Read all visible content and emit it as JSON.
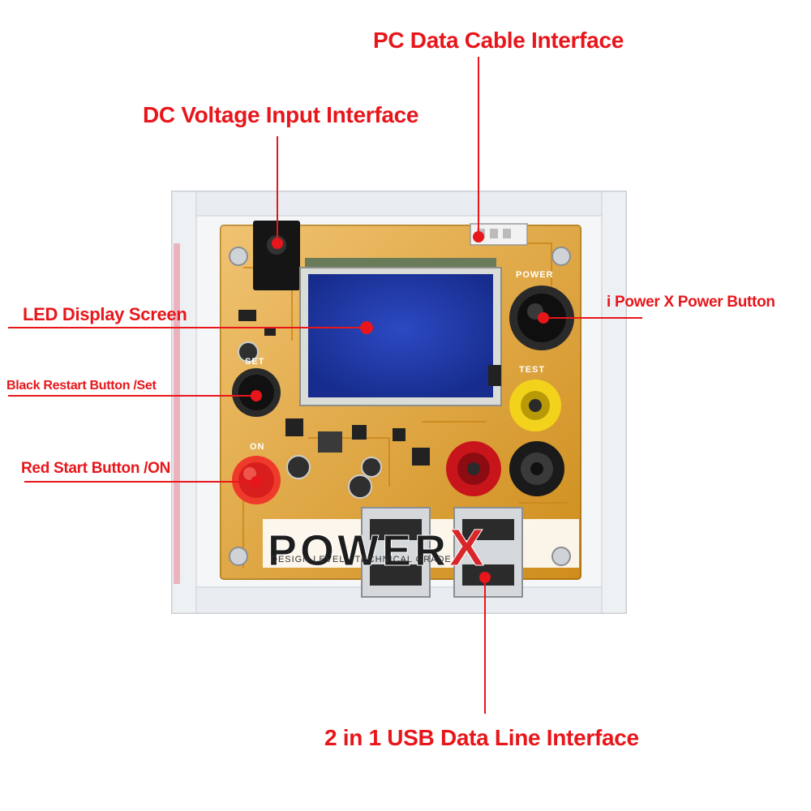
{
  "labels": {
    "pc_cable": "PC Data Cable Interface",
    "dc_input": "DC Voltage Input Interface",
    "led_screen": "LED Display Screen",
    "power_button": "i Power X Power Button",
    "black_restart": "Black Restart Button /Set",
    "red_start": "Red Start Button /ON",
    "usb_interface": "2 in 1 USB Data Line Interface"
  },
  "board": {
    "power_label": "POWER",
    "set_label": "SET",
    "test_label": "TEST",
    "on_label": "ON",
    "brand_main": "POWER",
    "brand_x": "X",
    "tagline": "DESIGN LEVEL · TECHNICAL GRADE"
  },
  "colors": {
    "callout_red": "#e8161b",
    "pcb_orange": "#e8a225",
    "lcd_blue": "#1f3ab0"
  }
}
